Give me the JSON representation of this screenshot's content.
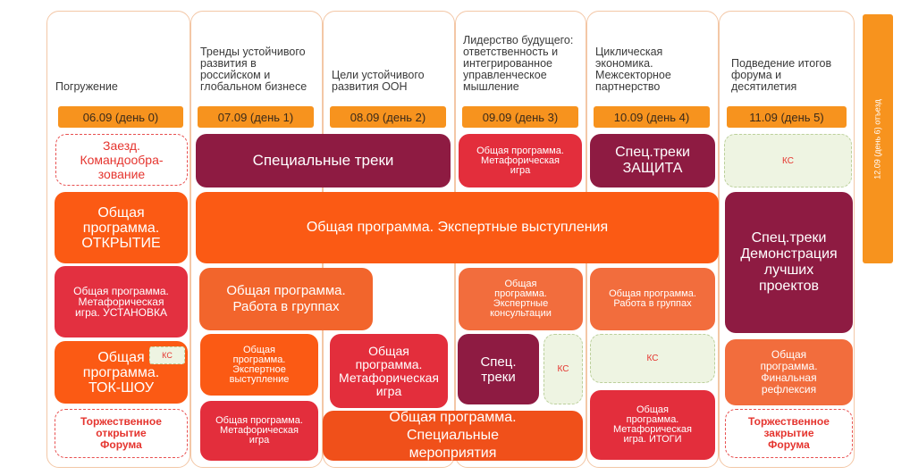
{
  "columns": [
    {
      "heading": "Погружение",
      "date": "06.09 (день 0)"
    },
    {
      "heading": "Тренды устойчивого развития в российском и глобальном бизнесе",
      "date": "07.09 (день 1)"
    },
    {
      "heading": "Цели устойчивого развития ООН",
      "date": "08.09 (день 2)"
    },
    {
      "heading": "Лидерство будущего: ответственность и интегрированное управленческое мышление",
      "date": "09.09 (день 3)"
    },
    {
      "heading": "Циклическая экономика. Межсекторное партнерство",
      "date": "10.09 (день 4)"
    },
    {
      "heading": "Подведение итогов форума и десятилетия",
      "date": "11.09 (день 5)"
    }
  ],
  "departure": "12.09 (день 6) отъезд",
  "blocks": {
    "arrival": "Заезд. Командообра-зование",
    "special_tracks": "Специальные треки",
    "metaphor_game_d3": "Общая программа. Метафорическая игра",
    "spec_tracks_protection": "Спец.треки ЗАЩИТА",
    "ks_d5_top": "КС",
    "opening": "Общая программа. ОТКРЫТИЕ",
    "expert_talks": "Общая программа. Экспертные выступления",
    "spec_tracks_demo": "Спец.треки Демонстрация лучших проектов",
    "installation": "Общая программа. Метафорическая игра. УСТАНОВКА",
    "group_work_d1": "Общая программа. Работа в группах",
    "expert_consult": "Общая программа. Экспертные консультации",
    "group_work_d4": "Общая программа. Работа в группах",
    "talk_show": "Общая программа. ТОК-ШОУ",
    "ks_d0": "КС",
    "expert_talk_d1": "Общая программа. Экспертное выступление",
    "metaphor_game_d2": "Общая программа. Метафорическая игра",
    "spec_tracks_d3": "Спец. треки",
    "ks_d3": "КС",
    "ks_d4": "КС",
    "final_reflexion": "Общая программа. Финальная рефлексия",
    "solemn_opening": "Торжественное открытие Форума",
    "metaphor_game_d1": "Общая программа. Метафорическая игра",
    "special_events": "Общая программа. Специальные мероприятия",
    "results": "Общая программа. Метафорическая игра. ИТОГИ",
    "solemn_closing": "Торжественное закрытие Форума"
  }
}
